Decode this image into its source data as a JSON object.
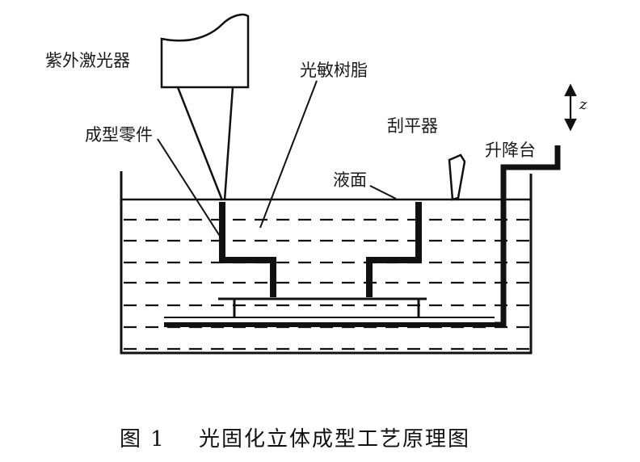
{
  "labels": {
    "uv_laser": "紫外激光器",
    "photoresin": "光敏树脂",
    "formed_part": "成型零件",
    "scraper": "刮平器",
    "elevator": "升降台",
    "liquid_surface": "液面",
    "z_axis": "z"
  },
  "caption": {
    "number": "图 1",
    "title": "光固化立体成型工艺原理图"
  },
  "colors": {
    "ink": "#111111",
    "background": "#ffffff"
  }
}
